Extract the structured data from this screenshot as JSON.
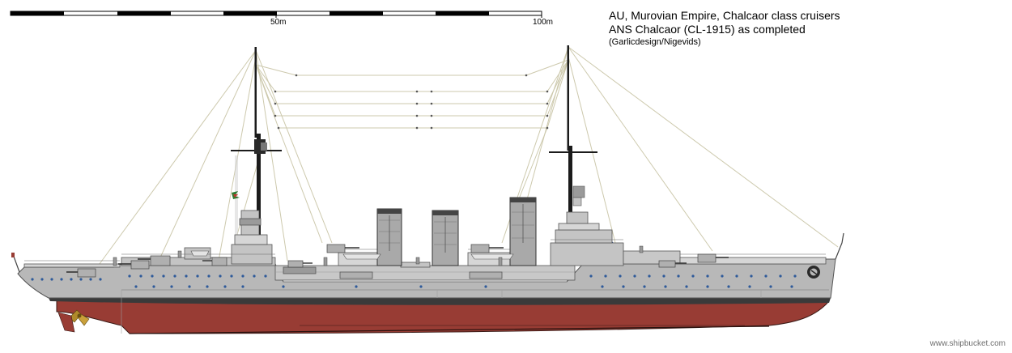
{
  "caption": {
    "line1": "AU, Murovian Empire, Chalcaor class cruisers",
    "line2": "ANS Chalcaor (CL-1915) as completed",
    "line3": "(Garlicdesign/Nigevids)"
  },
  "scale_bar": {
    "label_mid": "50m",
    "label_end": "100m"
  },
  "watermark": "www.shipbucket.com",
  "colors": {
    "hull_grey": "#b8b8b8",
    "superstructure_grey": "#c4c4c4",
    "deck_light": "#d6d6d6",
    "funnel_grey": "#a9a9a9",
    "antifouling_red": "#983c34",
    "boot_topping": "#3a3a3a",
    "porthole_blue": "#2e5a9a",
    "rigging": "#c8c4a8",
    "mast_black": "#1b1b1b",
    "propeller_gold": "#b08a2a"
  }
}
